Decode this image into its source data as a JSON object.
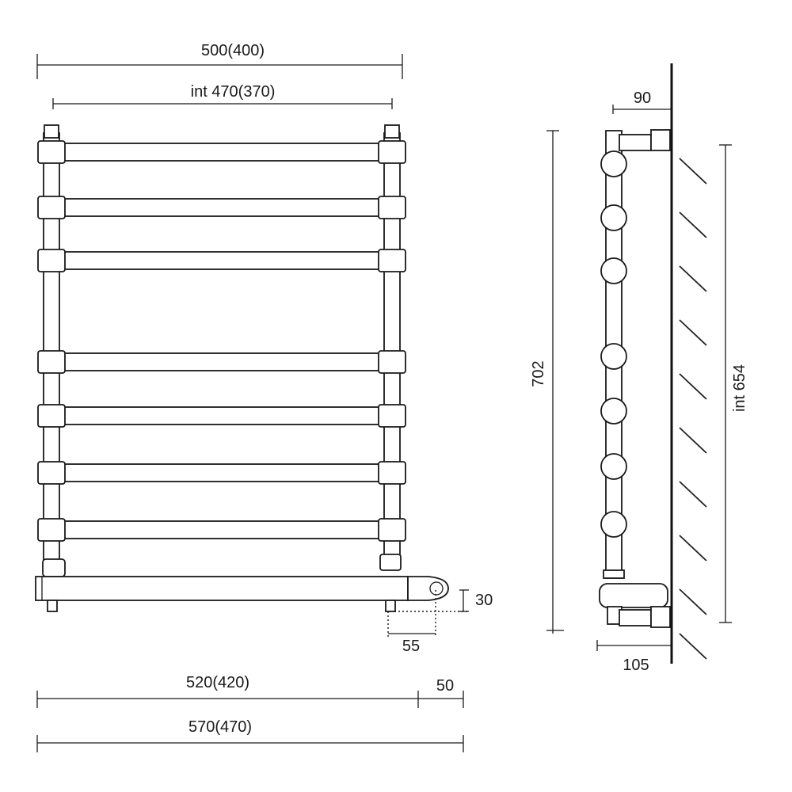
{
  "front_view": {
    "overall_width": "500(400)",
    "internal_width": "int 470(370)",
    "valve_height": "30",
    "valve_depth": "55",
    "base_width": "520(420)",
    "valve_extension": "50",
    "total_width": "570(470)"
  },
  "side_view": {
    "wall_offset": "90",
    "height": "702",
    "internal_height": "int 654",
    "bottom_depth": "105"
  }
}
